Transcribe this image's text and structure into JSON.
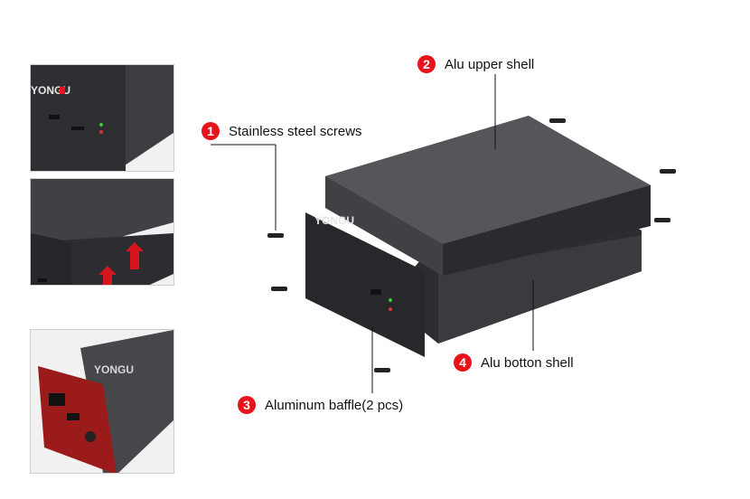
{
  "brand": "YONGU",
  "callouts": [
    {
      "num": "1",
      "text": "Stainless steel screws"
    },
    {
      "num": "2",
      "text": "Alu upper shell"
    },
    {
      "num": "3",
      "text": "Aluminum baffle(2 pcs)"
    },
    {
      "num": "4",
      "text": "Alu botton shell"
    }
  ],
  "colors": {
    "accent": "#e8141b",
    "shell": "#3a3b3e",
    "baffle": "#2c2d30",
    "red_panel": "#9b1b1b"
  }
}
